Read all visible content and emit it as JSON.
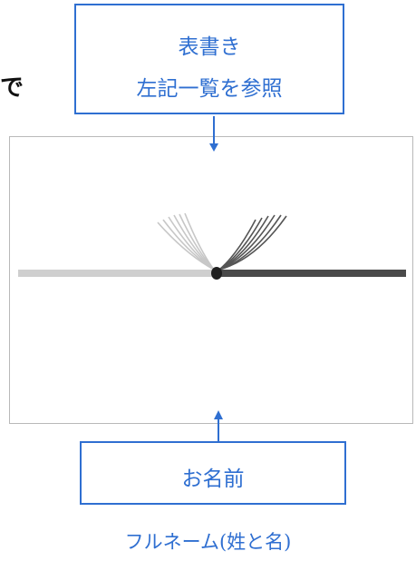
{
  "top_label": {
    "line1": "表書き",
    "line2": "左記一覧を参照"
  },
  "bottom_label": {
    "text": "お名前"
  },
  "caption": "フルネーム(姓と名)",
  "side_char": "で",
  "colors": {
    "accent": "#2f6fd1",
    "border": "#b9b9b9",
    "cord_light": "#cfcfcf",
    "cord_dark": "#4a4a4a"
  }
}
